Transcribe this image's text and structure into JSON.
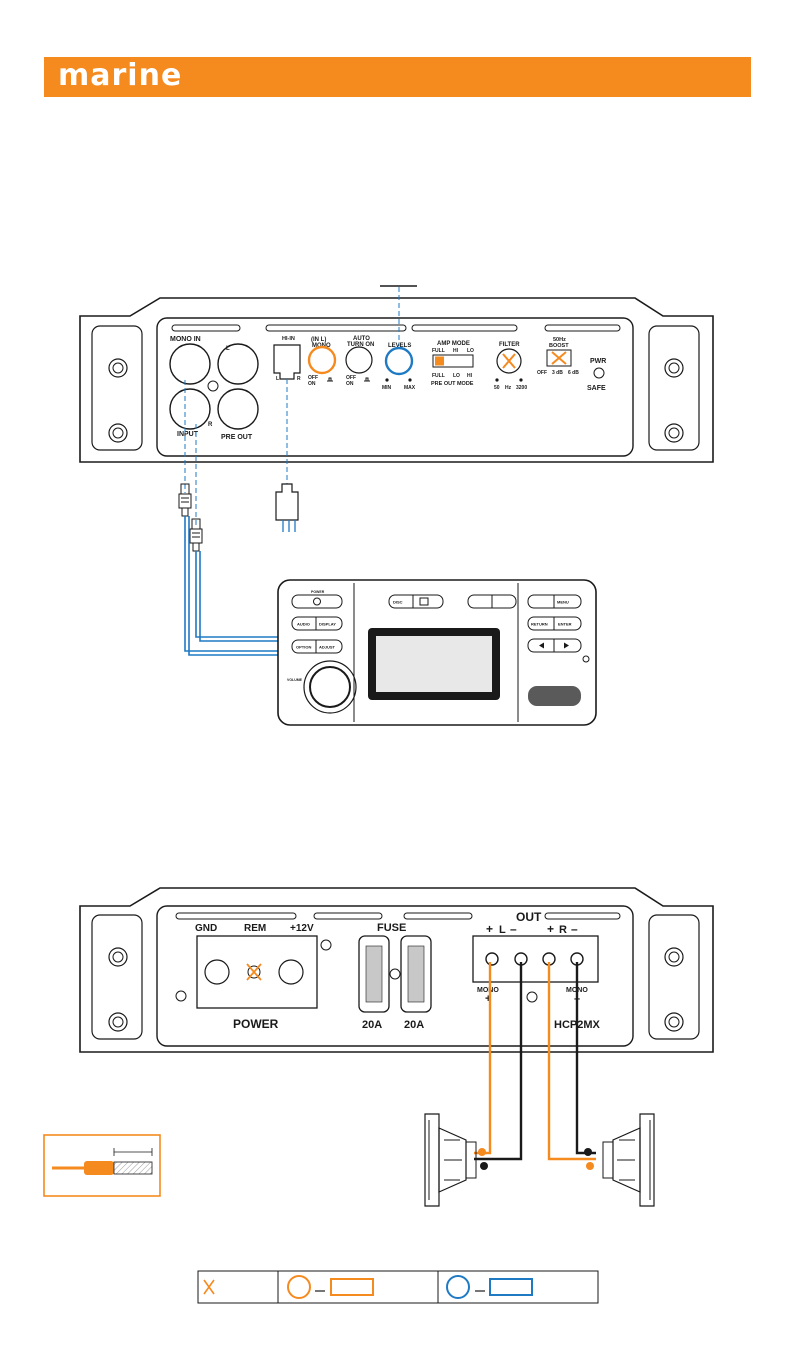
{
  "header": {
    "title": "marine"
  },
  "amp_top": {
    "mono_in": "MONO IN",
    "ch_l": "L",
    "ch_r": "R",
    "input": "INPUT",
    "pre_out": "PRE OUT",
    "hi_in": "HI-IN",
    "hi_l": "L",
    "hi_r": "R",
    "in_l_mono": "(IN L)",
    "mono": "MONO",
    "off": "OFF",
    "on": "ON",
    "auto": "AUTO",
    "turn_on": "TURN ON",
    "levels": "LEVELS",
    "min": "MIN",
    "max": "MAX",
    "amp_mode": "AMP MODE",
    "full": "FULL",
    "hi": "HI",
    "lo": "LO",
    "pre_out_mode": "PRE OUT  MODE",
    "filter": "FILTER",
    "f50": "50",
    "hz": "Hz",
    "f3200": "3200",
    "hz50": "50Hz",
    "boost": "BOOST",
    "b_off": "OFF",
    "b_3": "3 dB",
    "b_6": "6 dB",
    "pwr": "PWR",
    "safe": "SAFE"
  },
  "head_unit": {
    "power": "POWER",
    "audio": "AUDIO",
    "display": "DISPLAY",
    "option": "OPTION",
    "adjust": "ADJUST",
    "volume": "VOLUME",
    "disc": "DISC",
    "menu": "MENU",
    "return": "RETURN",
    "enter": "ENTER"
  },
  "amp_bottom": {
    "gnd": "GND",
    "rem": "REM",
    "v12": "+12V",
    "power": "POWER",
    "fuse": "FUSE",
    "f1": "20A",
    "f2": "20A",
    "out": "OUT",
    "plus_l": "+",
    "l": "L",
    "minus_l": "–",
    "plus_r": "+",
    "r": "R",
    "minus_r": "–",
    "mono_plus": "MONO",
    "mono_minus": "MONO",
    "plus": "+",
    "minus": "–",
    "model": "HCP2MX"
  },
  "colors": {
    "orange": "#f58a1f",
    "blue": "#1f7ac4",
    "black": "#1a1a1a"
  },
  "icons": [
    "x-mark-icon",
    "orange-circle-icon",
    "blue-circle-icon",
    "speaker-icon",
    "wire-strip-icon"
  ]
}
